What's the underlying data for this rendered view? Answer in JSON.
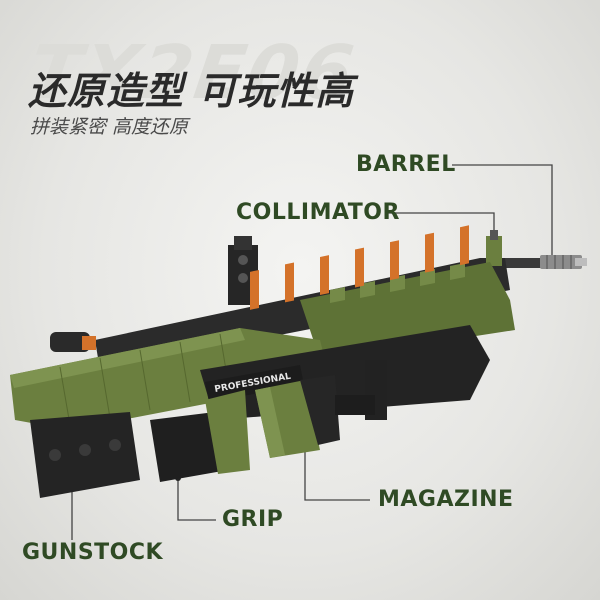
{
  "background_code": "TX2E06",
  "title": "还原造型 可玩性高",
  "subtitle": "拼装紧密 高度还原",
  "gun_label": "PROFESSIONAL",
  "callouts": {
    "barrel": "BARREL",
    "collimator": "COLLIMATOR",
    "magazine": "MAGAZINE",
    "grip": "GRIP",
    "gunstock": "GUNSTOCK"
  },
  "colors": {
    "label": "#2f4a24",
    "body_green": "#6b7f3f",
    "body_dark": "#2a2a2a",
    "accent_orange": "#d4722a"
  }
}
